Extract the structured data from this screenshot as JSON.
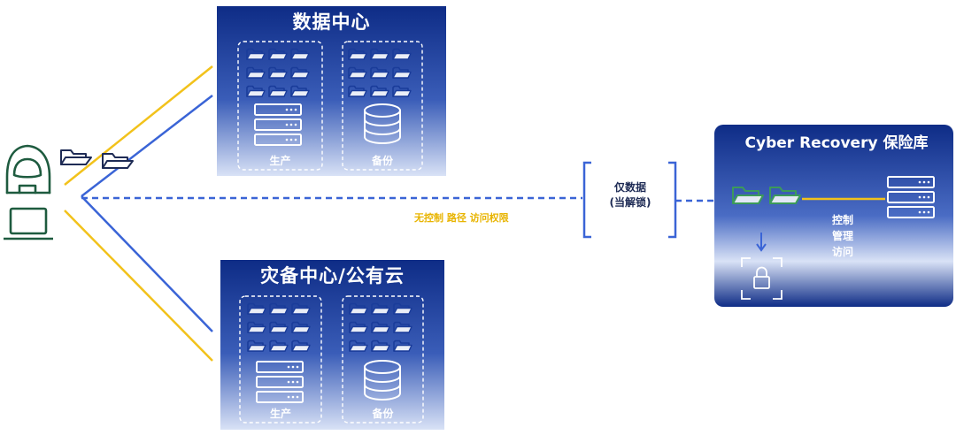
{
  "data_center": {
    "title": "数据中心",
    "production_label": "生产",
    "backup_label": "备份"
  },
  "dr_center": {
    "title": "灾备中心/公有云",
    "production_label": "生产",
    "backup_label": "备份"
  },
  "link": {
    "warning_label": "无控制 路径 访问权限",
    "gate_line1": "仅数据",
    "gate_line2": "(当解锁)"
  },
  "vault": {
    "title": "Cyber Recovery 保险库",
    "mgmt_line1": "控制",
    "mgmt_line2": "管理",
    "mgmt_line3": "访问"
  },
  "colors": {
    "box_dark": "#0e2c86",
    "box_light": "#d9e2f6",
    "attack_line": "#f2c21b",
    "connection_line": "#3a64d6",
    "attacker": "#1e5b3f",
    "folder_outline": "#1a3c9a",
    "folder_green": "#3c9a5a",
    "gate_bracket": "#3a64d6"
  },
  "icons": {
    "attacker": "hooded-hacker-icon",
    "laptop": "laptop-icon",
    "folder": "folder-icon",
    "server": "server-rack-icon",
    "database": "database-icon",
    "lock": "padlock-icon"
  }
}
